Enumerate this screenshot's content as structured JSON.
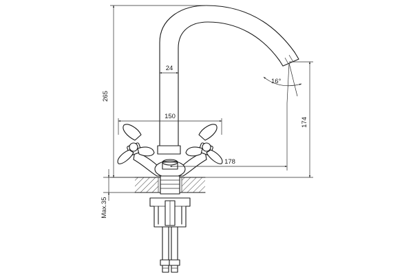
{
  "dimensions": {
    "overall_height": "265",
    "spout_diameter": "24",
    "spout_angle": "16°",
    "handle_spacing": "150",
    "spout_height": "174",
    "spout_reach": "178",
    "max_mount": "Max.35"
  },
  "colors": {
    "ink": "#1a1a1a",
    "hatch": "#333333",
    "background": "#ffffff"
  }
}
